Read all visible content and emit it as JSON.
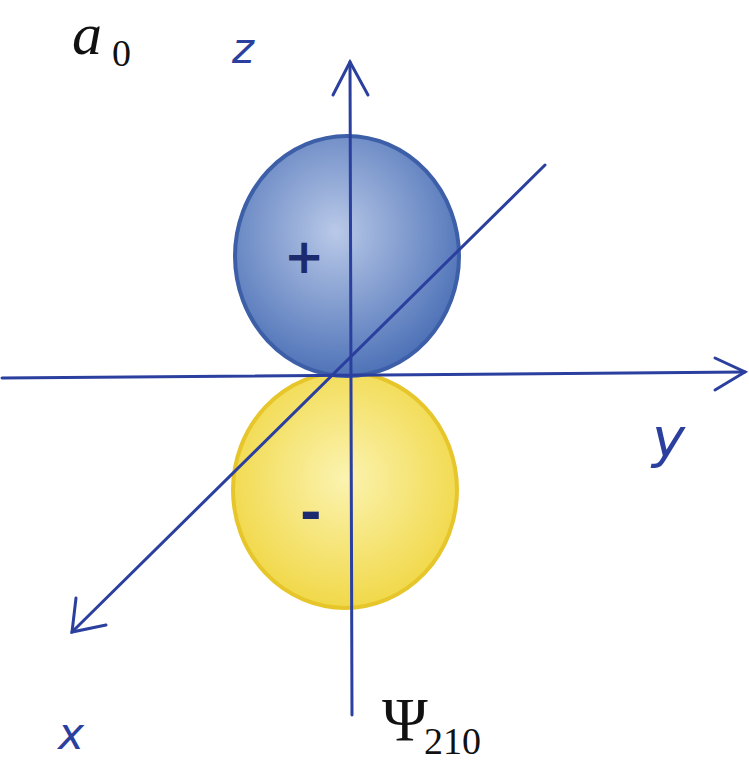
{
  "diagram": {
    "labels": [
      "a",
      "0",
      "z",
      "y",
      "x",
      "+",
      "-",
      "Ψ",
      "210"
    ]
  }
}
